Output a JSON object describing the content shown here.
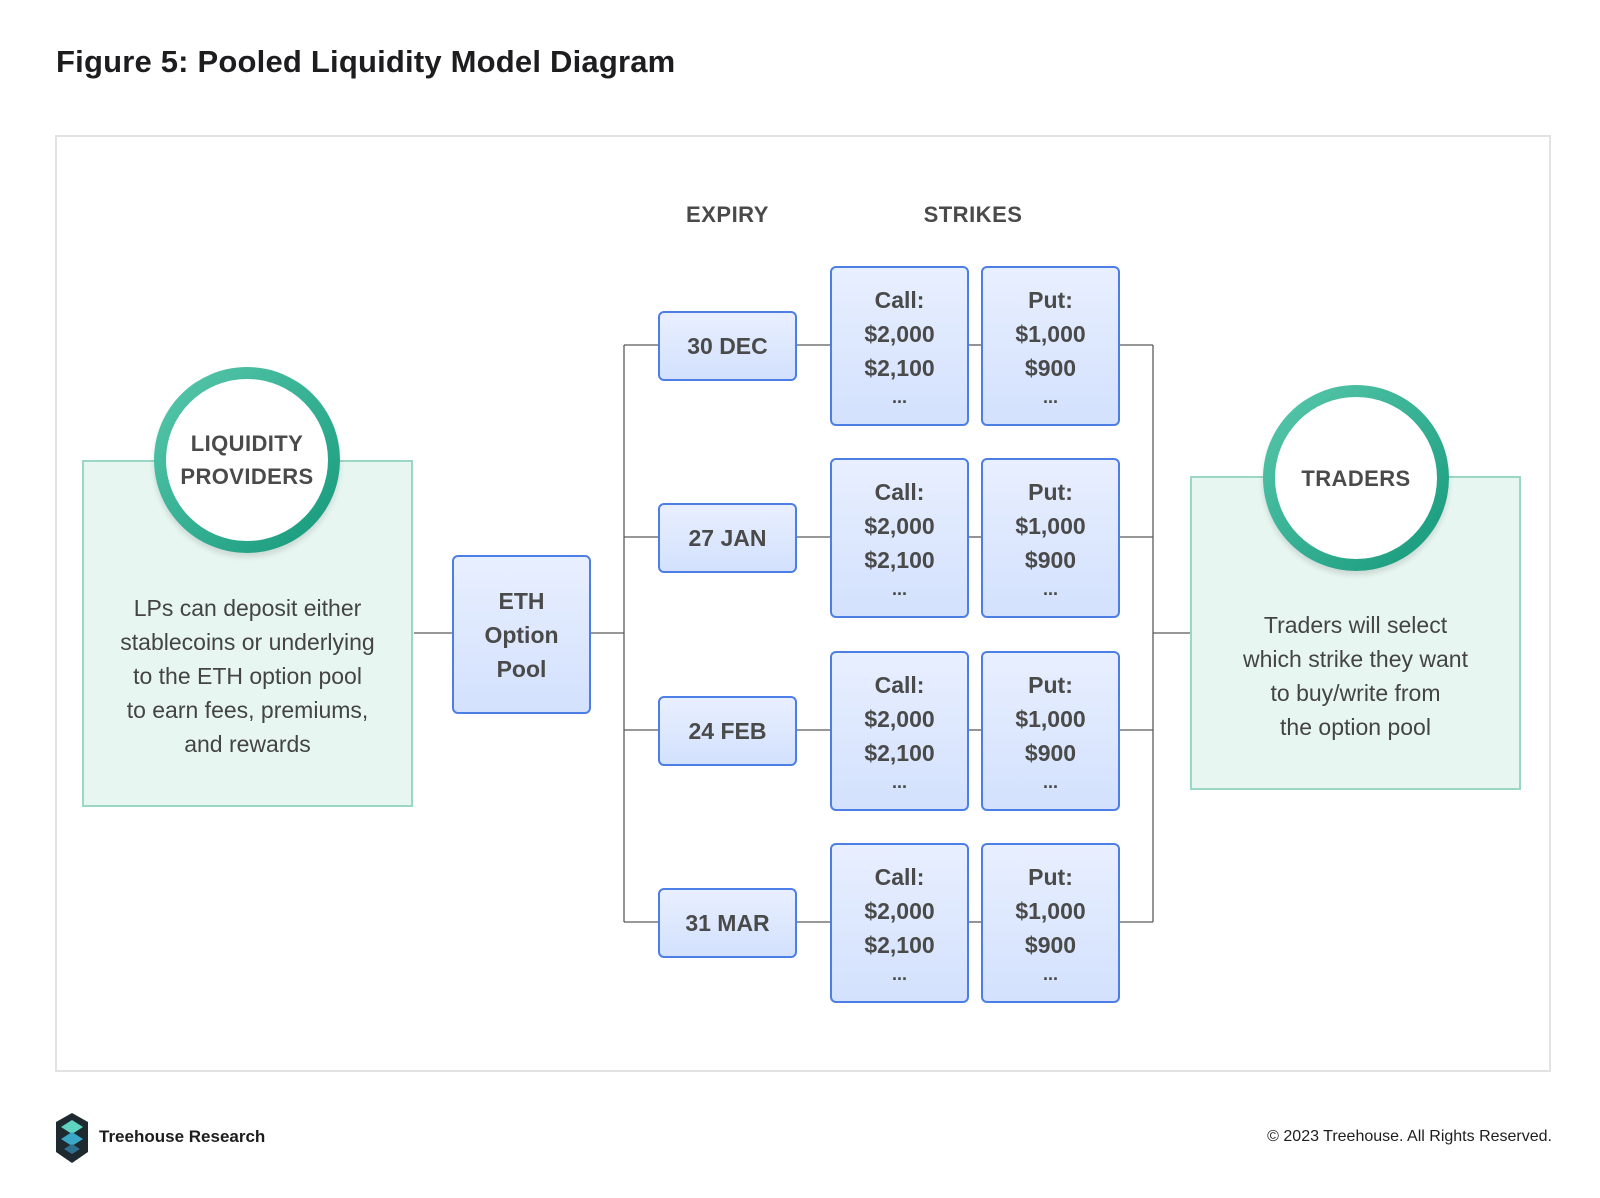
{
  "title": "Figure 5: Pooled Liquidity Model Diagram",
  "headers": {
    "expiry": "EXPIRY",
    "strikes": "STRIKES"
  },
  "left": {
    "circle_line1": "LIQUIDITY",
    "circle_line2": "PROVIDERS",
    "text": [
      "LPs can deposit either",
      "stablecoins or underlying",
      "to the ETH option pool",
      "to earn fees, premiums,",
      "and rewards"
    ]
  },
  "right": {
    "circle_label": "TRADERS",
    "text": [
      "Traders will select",
      "which strike they want",
      "to buy/write from",
      "the option pool"
    ]
  },
  "pool": [
    "ETH",
    "Option",
    "Pool"
  ],
  "rows": [
    {
      "expiry": "30 DEC",
      "call": [
        "Call:",
        "$2,000",
        "$2,100",
        "..."
      ],
      "put": [
        "Put:",
        "$1,000",
        "$900",
        "..."
      ]
    },
    {
      "expiry": "27 JAN",
      "call": [
        "Call:",
        "$2,000",
        "$2,100",
        "..."
      ],
      "put": [
        "Put:",
        "$1,000",
        "$900",
        "..."
      ]
    },
    {
      "expiry": "24 FEB",
      "call": [
        "Call:",
        "$2,000",
        "$2,100",
        "..."
      ],
      "put": [
        "Put:",
        "$1,000",
        "$900",
        "..."
      ]
    },
    {
      "expiry": "31 MAR",
      "call": [
        "Call:",
        "$2,000",
        "$2,100",
        "..."
      ],
      "put": [
        "Put:",
        "$1,000",
        "$900",
        "..."
      ]
    }
  ],
  "footer": {
    "brand": "Treehouse Research",
    "copyright": "© 2023 Treehouse. All Rights Reserved."
  },
  "colors": {
    "teal": "#14987a",
    "teal_light": "#e7f6f1",
    "blue_border": "#4d7ee6",
    "blue_fill": "#dbe6fe",
    "connector": "#5a5a5a"
  }
}
